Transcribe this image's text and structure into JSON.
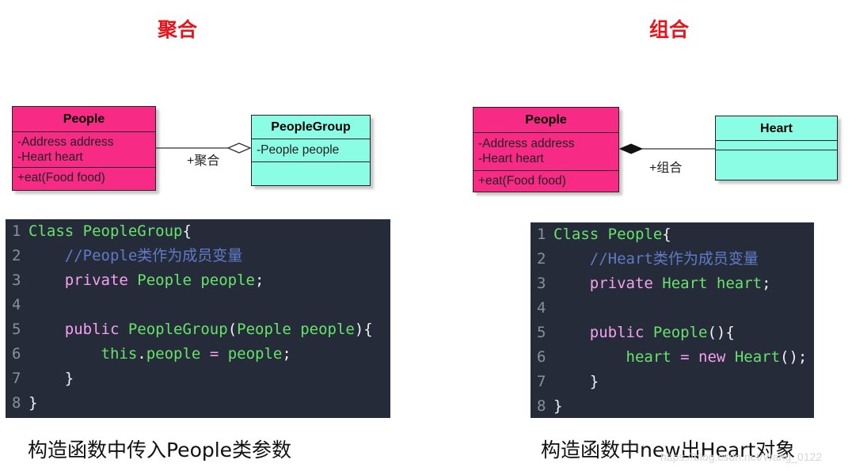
{
  "left": {
    "title": "聚合",
    "class_a": {
      "name": "People",
      "attrs": [
        "-Address address",
        "-Heart heart"
      ],
      "methods": [
        "+eat(Food food)"
      ]
    },
    "class_b": {
      "name": "PeopleGroup",
      "attrs": [
        "-People people"
      ]
    },
    "relation_label": "+聚合",
    "code": [
      {
        "n": "1",
        "parts": [
          {
            "t": "Class PeopleGroup",
            "c": "ty"
          },
          {
            "t": "{",
            "c": "tx"
          }
        ]
      },
      {
        "n": "2",
        "parts": [
          {
            "t": "    //People类作为成员变量",
            "c": "cm"
          }
        ]
      },
      {
        "n": "3",
        "parts": [
          {
            "t": "    private ",
            "c": "kw"
          },
          {
            "t": "People people",
            "c": "ty"
          },
          {
            "t": ";",
            "c": "tx"
          }
        ]
      },
      {
        "n": "4",
        "parts": []
      },
      {
        "n": "5",
        "parts": [
          {
            "t": "    public ",
            "c": "kw"
          },
          {
            "t": "PeopleGroup",
            "c": "ty"
          },
          {
            "t": "(",
            "c": "tx"
          },
          {
            "t": "People people",
            "c": "ty"
          },
          {
            "t": "){",
            "c": "tx"
          }
        ]
      },
      {
        "n": "6",
        "parts": [
          {
            "t": "        this",
            "c": "ty"
          },
          {
            "t": ".",
            "c": "tx"
          },
          {
            "t": "people",
            "c": "ty"
          },
          {
            "t": " = ",
            "c": "op"
          },
          {
            "t": "people",
            "c": "ty"
          },
          {
            "t": ";",
            "c": "tx"
          }
        ]
      },
      {
        "n": "7",
        "parts": [
          {
            "t": "    }",
            "c": "tx"
          }
        ]
      },
      {
        "n": "8",
        "parts": [
          {
            "t": "}",
            "c": "tx"
          }
        ]
      }
    ],
    "caption": "构造函数中传入People类参数"
  },
  "right": {
    "title": "组合",
    "class_a": {
      "name": "People",
      "attrs": [
        "-Address address",
        "-Heart heart"
      ],
      "methods": [
        "+eat(Food food)"
      ]
    },
    "class_b": {
      "name": "Heart",
      "attrs": []
    },
    "relation_label": "+组合",
    "code": [
      {
        "n": "1",
        "parts": [
          {
            "t": "Class People",
            "c": "ty"
          },
          {
            "t": "{",
            "c": "tx"
          }
        ]
      },
      {
        "n": "2",
        "parts": [
          {
            "t": "    //Heart类作为成员变量",
            "c": "cm"
          }
        ]
      },
      {
        "n": "3",
        "parts": [
          {
            "t": "    private ",
            "c": "kw"
          },
          {
            "t": "Heart heart",
            "c": "ty"
          },
          {
            "t": ";",
            "c": "tx"
          }
        ]
      },
      {
        "n": "4",
        "parts": []
      },
      {
        "n": "5",
        "parts": [
          {
            "t": "    public ",
            "c": "kw"
          },
          {
            "t": "People",
            "c": "ty"
          },
          {
            "t": "(){",
            "c": "tx"
          }
        ]
      },
      {
        "n": "6",
        "parts": [
          {
            "t": "        heart",
            "c": "ty"
          },
          {
            "t": " = ",
            "c": "op"
          },
          {
            "t": "new ",
            "c": "kw"
          },
          {
            "t": "Heart",
            "c": "ty"
          },
          {
            "t": "();",
            "c": "tx"
          }
        ]
      },
      {
        "n": "7",
        "parts": [
          {
            "t": "    }",
            "c": "tx"
          }
        ]
      },
      {
        "n": "8",
        "parts": [
          {
            "t": "}",
            "c": "tx"
          }
        ]
      }
    ],
    "caption": "构造函数中new出Heart对象"
  },
  "watermark": "https://blog.csdn.net/Wang_0122",
  "colors": {
    "title": "#e8141b",
    "pink": "#f72a86",
    "cyan": "#8cfde5",
    "code_bg": "#262b39"
  }
}
